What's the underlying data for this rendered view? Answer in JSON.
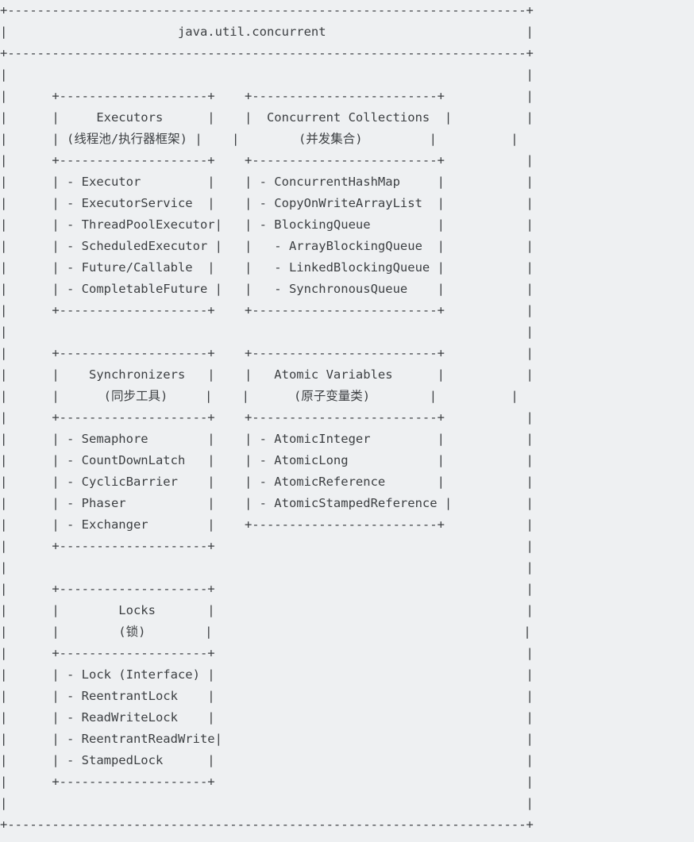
{
  "diagram": {
    "title": "java.util.concurrent",
    "lines": [
      "+----------------------------------------------------------------------+",
      "|                       java.util.concurrent                           |",
      "+----------------------------------------------------------------------+",
      "|                                                                      |",
      "|      +--------------------+    +-------------------------+           |",
      "|      |     Executors      |    |  Concurrent Collections  |          |",
      "|      | (线程池/执行器框架) |    |        (并发集合)         |          |",
      "|      +--------------------+    +-------------------------+           |",
      "|      | - Executor         |    | - ConcurrentHashMap     |           |",
      "|      | - ExecutorService  |    | - CopyOnWriteArrayList  |           |",
      "|      | - ThreadPoolExecutor|   | - BlockingQueue         |           |",
      "|      | - ScheduledExecutor |   |   - ArrayBlockingQueue  |           |",
      "|      | - Future/Callable  |    |   - LinkedBlockingQueue |           |",
      "|      | - CompletableFuture |   |   - SynchronousQueue    |           |",
      "|      +--------------------+    +-------------------------+           |",
      "|                                                                      |",
      "|      +--------------------+    +-------------------------+           |",
      "|      |    Synchronizers   |    |   Atomic Variables      |           |",
      "|      |      (同步工具)     |    |      (原子变量类)        |          |",
      "|      +--------------------+    +-------------------------+           |",
      "|      | - Semaphore        |    | - AtomicInteger         |           |",
      "|      | - CountDownLatch   |    | - AtomicLong            |           |",
      "|      | - CyclicBarrier    |    | - AtomicReference       |           |",
      "|      | - Phaser           |    | - AtomicStampedReference |          |",
      "|      | - Exchanger        |    +-------------------------+           |",
      "|      +--------------------+                                          |",
      "|                                                                      |",
      "|      +--------------------+                                          |",
      "|      |        Locks       |                                          |",
      "|      |        (锁)        |                                          |",
      "|      +--------------------+                                          |",
      "|      | - Lock (Interface) |                                          |",
      "|      | - ReentrantLock    |                                          |",
      "|      | - ReadWriteLock    |                                          |",
      "|      | - ReentrantReadWrite|                                         |",
      "|      | - StampedLock      |                                          |",
      "|      +--------------------+                                          |",
      "|                                                                      |",
      "+----------------------------------------------------------------------+"
    ]
  },
  "packages": [
    {
      "name": "Executors",
      "subtitle": "(线程池/执行器框架)",
      "items": [
        "Executor",
        "ExecutorService",
        "ThreadPoolExecutor",
        "ScheduledExecutor",
        "Future/Callable",
        "CompletableFuture"
      ]
    },
    {
      "name": "Concurrent Collections",
      "subtitle": "(并发集合)",
      "items": [
        "ConcurrentHashMap",
        "CopyOnWriteArrayList",
        "BlockingQueue",
        "ArrayBlockingQueue",
        "LinkedBlockingQueue",
        "SynchronousQueue"
      ]
    },
    {
      "name": "Synchronizers",
      "subtitle": "(同步工具)",
      "items": [
        "Semaphore",
        "CountDownLatch",
        "CyclicBarrier",
        "Phaser",
        "Exchanger"
      ]
    },
    {
      "name": "Atomic Variables",
      "subtitle": "(原子变量类)",
      "items": [
        "AtomicInteger",
        "AtomicLong",
        "AtomicReference",
        "AtomicStampedReference"
      ]
    },
    {
      "name": "Locks",
      "subtitle": "(锁)",
      "items": [
        "Lock (Interface)",
        "ReentrantLock",
        "ReadWriteLock",
        "ReentrantReadWrite",
        "StampedLock"
      ]
    }
  ],
  "colors": {
    "background": "#eef0f2",
    "text": "#3c3f42"
  }
}
